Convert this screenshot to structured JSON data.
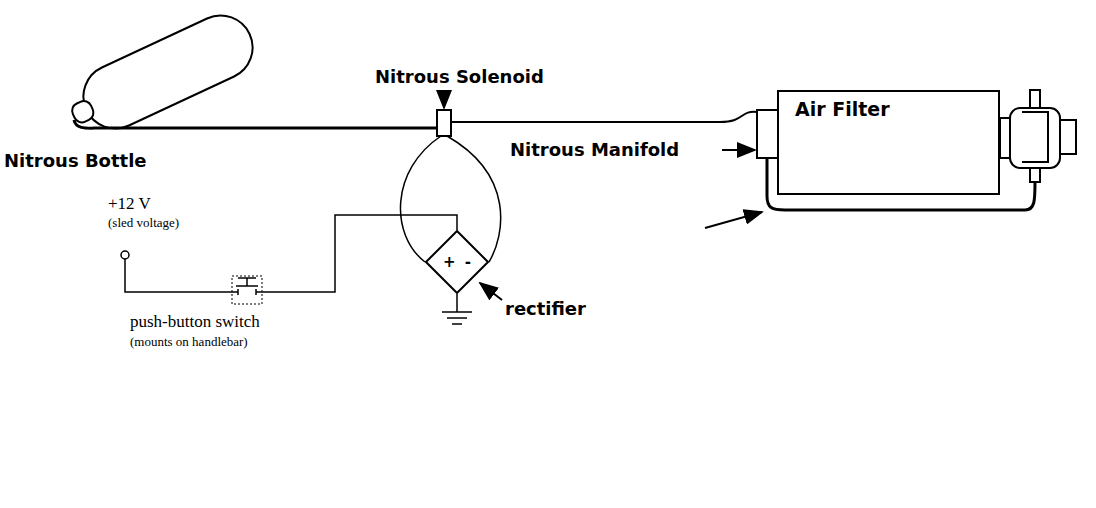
{
  "diagram": {
    "nodes": [
      {
        "text": [
          "Air Filter"
        ]
      },
      {
        "text": [
          "+ -"
        ]
      }
    ],
    "labels": [
      "Nitrous Solenoid",
      "Nitrous Bottle",
      "Nitrous Manifold",
      "+12 V",
      "(sled voltage)",
      "push-button switch",
      "(mounts on handlebar)",
      "rectifier"
    ]
  }
}
